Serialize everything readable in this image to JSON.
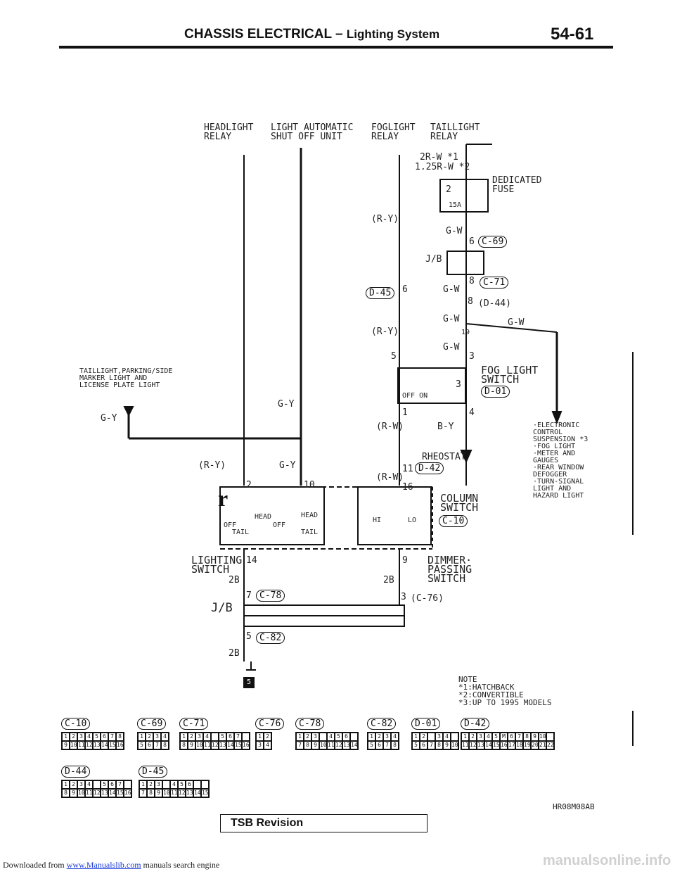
{
  "header": {
    "title": "CHASSIS ELECTRICAL",
    "dash": "–",
    "subtitle": "Lighting System",
    "page": "54-61"
  },
  "labels": {
    "headlight_relay": "HEADLIGHT\nRELAY",
    "light_auto_shutoff": "LIGHT AUTOMATIC\nSHUT OFF UNIT",
    "foglight_relay": "FOGLIGHT\nRELAY",
    "taillight_relay": "TAILLIGHT\nRELAY",
    "wire_taillight": "2R-W *1",
    "wire_taillight_2": "1.25R-W *2",
    "dedicated_fuse": "DEDICATED\nFUSE",
    "fuse_no": "2",
    "fuse_amp": "15A",
    "wire_ry_1": "(R-Y)",
    "wire_gw_1": "G-W",
    "jb_1": "J/B",
    "pin_6a": "6",
    "pin_8a": "8",
    "pin_6b": "6",
    "wire_gw_2": "G-W",
    "pin_8b": "8",
    "conn_d44_paren": "(D-44)",
    "wire_gw_3": "G-W",
    "wire_gw_right": "G-W",
    "wire_ry_2": "(R-Y)",
    "pin_19": "19",
    "pin_5": "5",
    "wire_gw_4": "G-W",
    "pin_3": "3",
    "taillight_parking": "TAILLIGHT,PARKING/SIDE\nMARKER LIGHT AND\nLICENSE PLATE LIGHT",
    "wire_gy_left": "G-Y",
    "wire_gy_mid": "G-Y",
    "fog_switch": "FOG LIGHT\nSWITCH",
    "fog_pin": "3",
    "fog_off_on": "OFF  ON",
    "pin_1": "1",
    "pin_4": "4",
    "wire_rw_1": "(R-W)",
    "wire_by": "B-Y",
    "rheostat": "RHEOSTAT",
    "wire_ry_3": "(R-Y)",
    "wire_gy_2": "G-Y",
    "pin_11": "11",
    "wire_rw_2": "(R-W)",
    "pin_2": "2",
    "pin_10": "10",
    "pin_16": "16",
    "column_switch": "COLUMN\nSWITCH",
    "hi": "HI",
    "lo": "LO",
    "head": "HEAD",
    "head2": "HEAD",
    "off": "OFF",
    "off2": "OFF",
    "tail": "TAIL",
    "tail2": "TAIL",
    "r_mark": "r",
    "lighting_switch": "LIGHTING\nSWITCH",
    "pin_14": "14",
    "dimmer_switch": "DIMMER·\nPASSING\nSWITCH",
    "pin_9": "9",
    "wire_2b_1": "2B",
    "wire_2b_2": "2B",
    "pin_7": "7",
    "pin_3b": "3",
    "conn_c76_paren": "(C-76)",
    "jb_2": "J/B",
    "pin_5b": "5",
    "wire_2b_3": "2B",
    "ground_no": "5",
    "right_list": "·ELECTRONIC\nCONTROL\nSUSPENSION *3\n·FOG LIGHT\n·METER AND\nGAUGES\n·REAR WINDOW\nDEFOGGER\n·TURN-SIGNAL\nLIGHT AND\nHAZARD LIGHT",
    "note": "NOTE\n*1:HATCHBACK\n*2:CONVERTIBLE\n*3:UP TO 1995 MODELS",
    "code": "HR08M08AB"
  },
  "connectors": {
    "c69": "C-69",
    "c71": "C-71",
    "d45": "D-45",
    "d01": "D-01",
    "d42": "D-42",
    "c10": "C-10",
    "c78": "C-78",
    "c82": "C-82"
  },
  "connector_row": [
    {
      "name": "C-10",
      "rows": [
        [
          "1",
          "2",
          "3",
          "4",
          "5",
          "6",
          "7",
          "8"
        ],
        [
          "9",
          "10",
          "11",
          "12",
          "13",
          "14",
          "15",
          "16"
        ]
      ]
    },
    {
      "name": "C-69",
      "rows": [
        [
          "1",
          "2",
          "3",
          "4"
        ],
        [
          "5",
          "6",
          "7",
          "8"
        ]
      ]
    },
    {
      "name": "C-71",
      "rows": [
        [
          "1",
          "2",
          "3",
          "4",
          "",
          "5",
          "6",
          "7"
        ],
        [
          "8",
          "9",
          "10",
          "11",
          "12",
          "13",
          "14",
          "15",
          "16"
        ]
      ]
    },
    {
      "name": "C-76",
      "rows": [
        [
          "1",
          "2"
        ],
        [
          "3",
          "4"
        ]
      ]
    },
    {
      "name": "C-78",
      "rows": [
        [
          "1",
          "2",
          "3",
          "",
          "4",
          "5",
          "6"
        ],
        [
          "7",
          "8",
          "9",
          "10",
          "11",
          "12",
          "13",
          "14"
        ]
      ]
    },
    {
      "name": "C-82",
      "rows": [
        [
          "1",
          "2",
          "3",
          "4"
        ],
        [
          "5",
          "6",
          "7",
          "8"
        ]
      ]
    },
    {
      "name": "D-01",
      "rows": [
        [
          "1",
          "2",
          "",
          "3",
          "4"
        ],
        [
          "5",
          "6",
          "7",
          "8",
          "9",
          "10"
        ]
      ]
    },
    {
      "name": "D-42",
      "rows": [
        [
          "1",
          "2",
          "3",
          "4",
          "5",
          "M",
          "6",
          "7",
          "8",
          "9",
          "10"
        ],
        [
          "11",
          "12",
          "13",
          "14",
          "15",
          "16",
          "17",
          "18",
          "19",
          "20",
          "21",
          "22"
        ]
      ]
    },
    {
      "name": "D-44",
      "rows": [
        [
          "1",
          "2",
          "3",
          "4",
          "",
          "5",
          "6",
          "7"
        ],
        [
          "8",
          "9",
          "10",
          "11",
          "12",
          "13",
          "14",
          "15",
          "16"
        ]
      ]
    },
    {
      "name": "D-45",
      "rows": [
        [
          "1",
          "2",
          "3",
          "",
          "4",
          "5",
          "6"
        ],
        [
          "7",
          "8",
          "9",
          "10",
          "11",
          "12",
          "13",
          "14",
          "15"
        ]
      ]
    }
  ],
  "tsb": "TSB Revision",
  "footer": {
    "pre": "Downloaded from",
    "link": "www.Manualslib.com",
    "post": "manuals search engine",
    "right": "manualsonline.info"
  }
}
